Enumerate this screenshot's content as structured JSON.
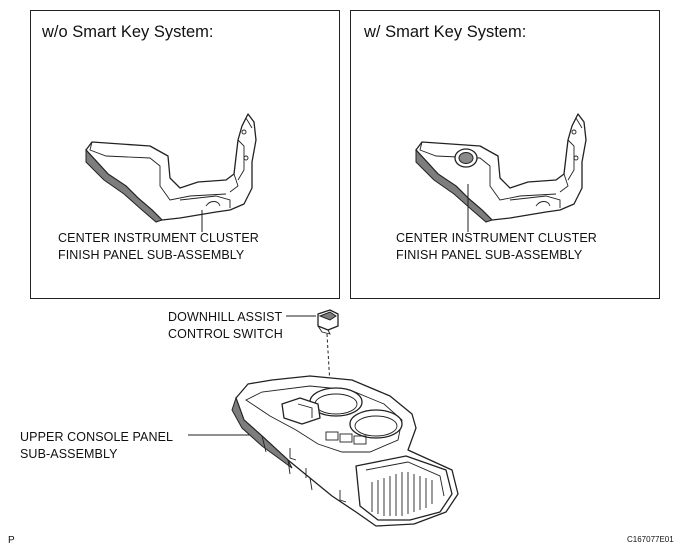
{
  "panels": [
    {
      "title": "w/o Smart Key System:",
      "label_line1": "CENTER INSTRUMENT CLUSTER",
      "label_line2": "FINISH PANEL SUB-ASSEMBLY"
    },
    {
      "title": "w/ Smart Key System:",
      "label_line1": "CENTER INSTRUMENT CLUSTER",
      "label_line2": "FINISH PANEL SUB-ASSEMBLY"
    }
  ],
  "switch_label": {
    "line1": "DOWNHILL ASSIST",
    "line2": "CONTROL SWITCH"
  },
  "console_label": {
    "line1": "UPPER CONSOLE PANEL",
    "line2": "SUB-ASSEMBLY"
  },
  "corner_left": "P",
  "figure_code": "C167077E01"
}
